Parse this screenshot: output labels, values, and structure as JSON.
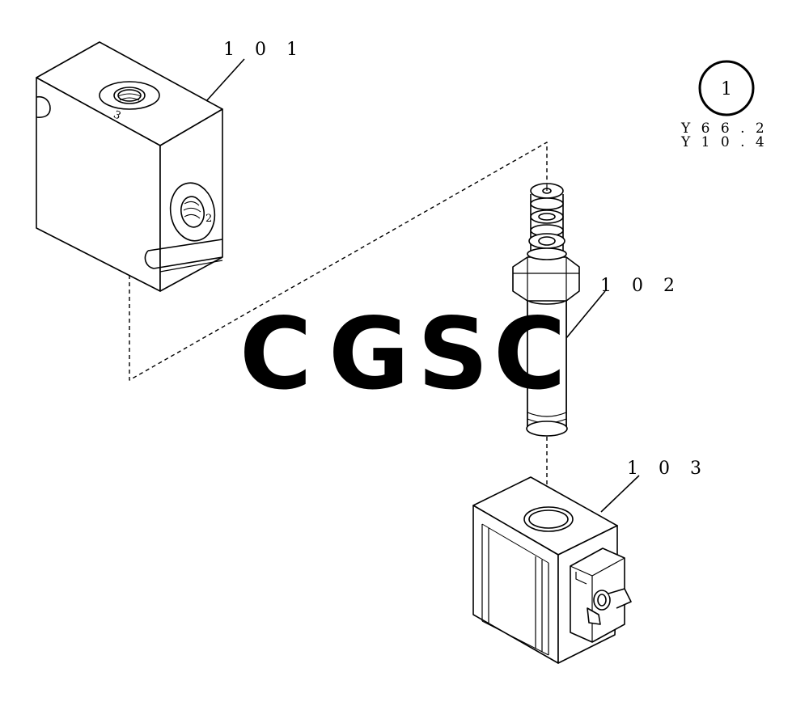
{
  "callouts": {
    "block": "1 0 1",
    "cartridge": "1 0 2",
    "coil": "1 0 3"
  },
  "marker": {
    "number": "1",
    "refs": [
      "Y 6 6 . 2",
      "Y 1 0 . 4"
    ]
  },
  "ports": {
    "top": "3",
    "side": "2"
  },
  "watermark": {
    "letters": [
      "C",
      "G",
      "S",
      "C"
    ],
    "colors": [
      "#6fa8f5",
      "#f0867a",
      "#fbd874",
      "#6fbf96"
    ]
  }
}
